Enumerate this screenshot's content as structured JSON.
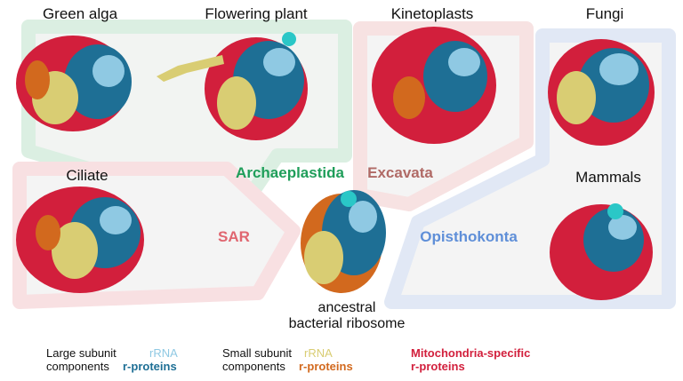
{
  "species": {
    "green_alga": "Green alga",
    "flowering_plant": "Flowering plant",
    "kinetoplasts": "Kinetoplasts",
    "fungi": "Fungi",
    "ciliate": "Ciliate",
    "mammals": "Mammals"
  },
  "groups": {
    "archaeplastida": "Archaeplastida",
    "excavata": "Excavata",
    "sar": "SAR",
    "opisthokonta": "Opisthokonta"
  },
  "ancestral": {
    "line1": "ancestral",
    "line2": "bacterial ribosome"
  },
  "legend": {
    "large_subunit": {
      "line1": "Large subunit",
      "line2": "components",
      "rrna": "rRNA",
      "rproteins": "r-proteins"
    },
    "small_subunit": {
      "line1": "Small subunit",
      "line2": "components",
      "rrna": "rRNA",
      "rproteins": "r-proteins"
    },
    "mito_specific": {
      "line1": "Mitochondria-specific",
      "line2": "r-proteins"
    }
  },
  "colors": {
    "archaeplastida": "#1f9e5a",
    "excavata": "#b06a66",
    "sar": "#e06670",
    "opisthokonta": "#5f8fd8",
    "lsu_rrna": "#8fc9e3",
    "lsu_rprotein": "#1e6f95",
    "ssu_rrna": "#d9cd73",
    "ssu_rprotein": "#d2691e",
    "mito_specific": "#d21f3c"
  }
}
